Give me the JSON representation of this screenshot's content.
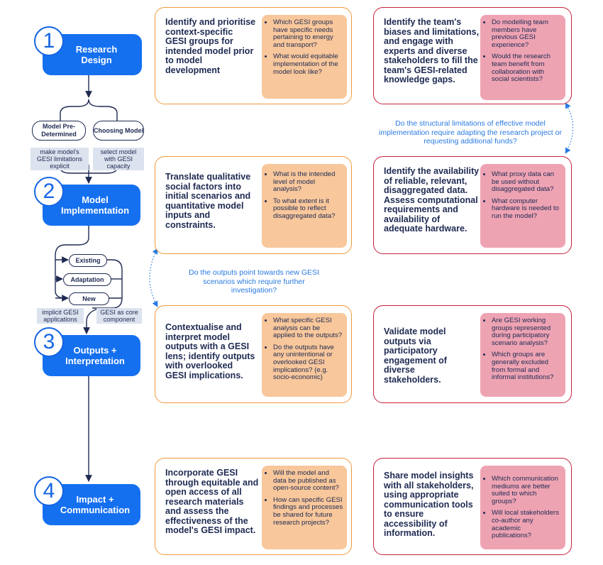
{
  "stages": [
    {
      "number": "1",
      "label": "Research Design"
    },
    {
      "number": "2",
      "label": "Model Implementation"
    },
    {
      "number": "3",
      "label": "Outputs + Interpretation"
    },
    {
      "number": "4",
      "label": "Impact + Communication"
    }
  ],
  "design_choices": {
    "predetermined": "Model Pre-Determined",
    "choosing": "Choosing Model",
    "predetermined_note": "make model's GESI limitations explicit",
    "choosing_note": "select model with GESI capacity"
  },
  "implementation_choices": {
    "existing": "Existing",
    "adaptation": "Adaptation",
    "new": "New",
    "implicit_note": "implicit GESI applications",
    "core_note": "GESI as core component"
  },
  "loops": {
    "right": "Do the structural limitations of effective model implementation require adapting the research project or requesting additional funds?",
    "left": "Do the outputs point towards new GESI scenarios which require further investigation?"
  },
  "cards": [
    {
      "main": "Identify and prioritise context-specific GESI groups for intended model prior to model development",
      "questions": [
        "Which GESI groups have specific needs pertaining to energy and transport?",
        "What would equitable implementation of the model look like?"
      ]
    },
    {
      "main": "Identify the team's biases and limitations, and engage with experts and diverse stakeholders to fill the team's GESI-related knowledge gaps.",
      "questions": [
        "Do modelling team members have previous GESI experience?",
        "Would the research team benefit from collaboration with social scientists?"
      ]
    },
    {
      "main": "Translate qualitative social factors into initial scenarios and quantitative model inputs and constraints.",
      "questions": [
        "What is the intended level of model analysis?",
        "To what extent is it possible to reflect disaggregated data?"
      ]
    },
    {
      "main": "Identify the availability of reliable, relevant, disaggregated data. Assess computational requirements and availability of adequate hardware.",
      "questions": [
        "What proxy data can be used without disaggregated data?",
        "What computer hardware is needed to run the model?"
      ]
    },
    {
      "main": "Contextualise and interpret model outputs with a GESI lens; identify outputs with overlooked GESI implications.",
      "questions": [
        "What specific GESI analysis can be applied to the outputs?",
        "Do the outputs have any unintentional or overlooked GESI implications? (e.g. socio-economic)"
      ]
    },
    {
      "main": "Validate model outputs via participatory engagement of diverse stakeholders.",
      "questions": [
        "Are GESI working groups represented during participatory scenario analysis?",
        "Which groups are generally excluded from formal and informal institutions?"
      ]
    },
    {
      "main": "Incorporate GESI through equitable and open access of all research materials and assess the effectiveness of the model's GESI impact.",
      "questions": [
        "Will the model and data be published as open-source content?",
        "How can specific GESI findings and processes be shared for future research projects?"
      ]
    },
    {
      "main": "Share model insights with all stakeholders, using appropriate communication tools to ensure accessibility of information.",
      "questions": [
        "Which communication mediums are better suited to which groups?",
        "Will local stakeholders co-author any academic publications?"
      ]
    }
  ],
  "colors": {
    "stage_blue": "#1570f0",
    "orange_border": "#f09a3c",
    "orange_fill": "#f8c79b",
    "red_border": "#c8203c",
    "pink_fill": "#eea3b3",
    "navy_text": "#1e2a52",
    "question_blue": "#2a7ae2"
  }
}
